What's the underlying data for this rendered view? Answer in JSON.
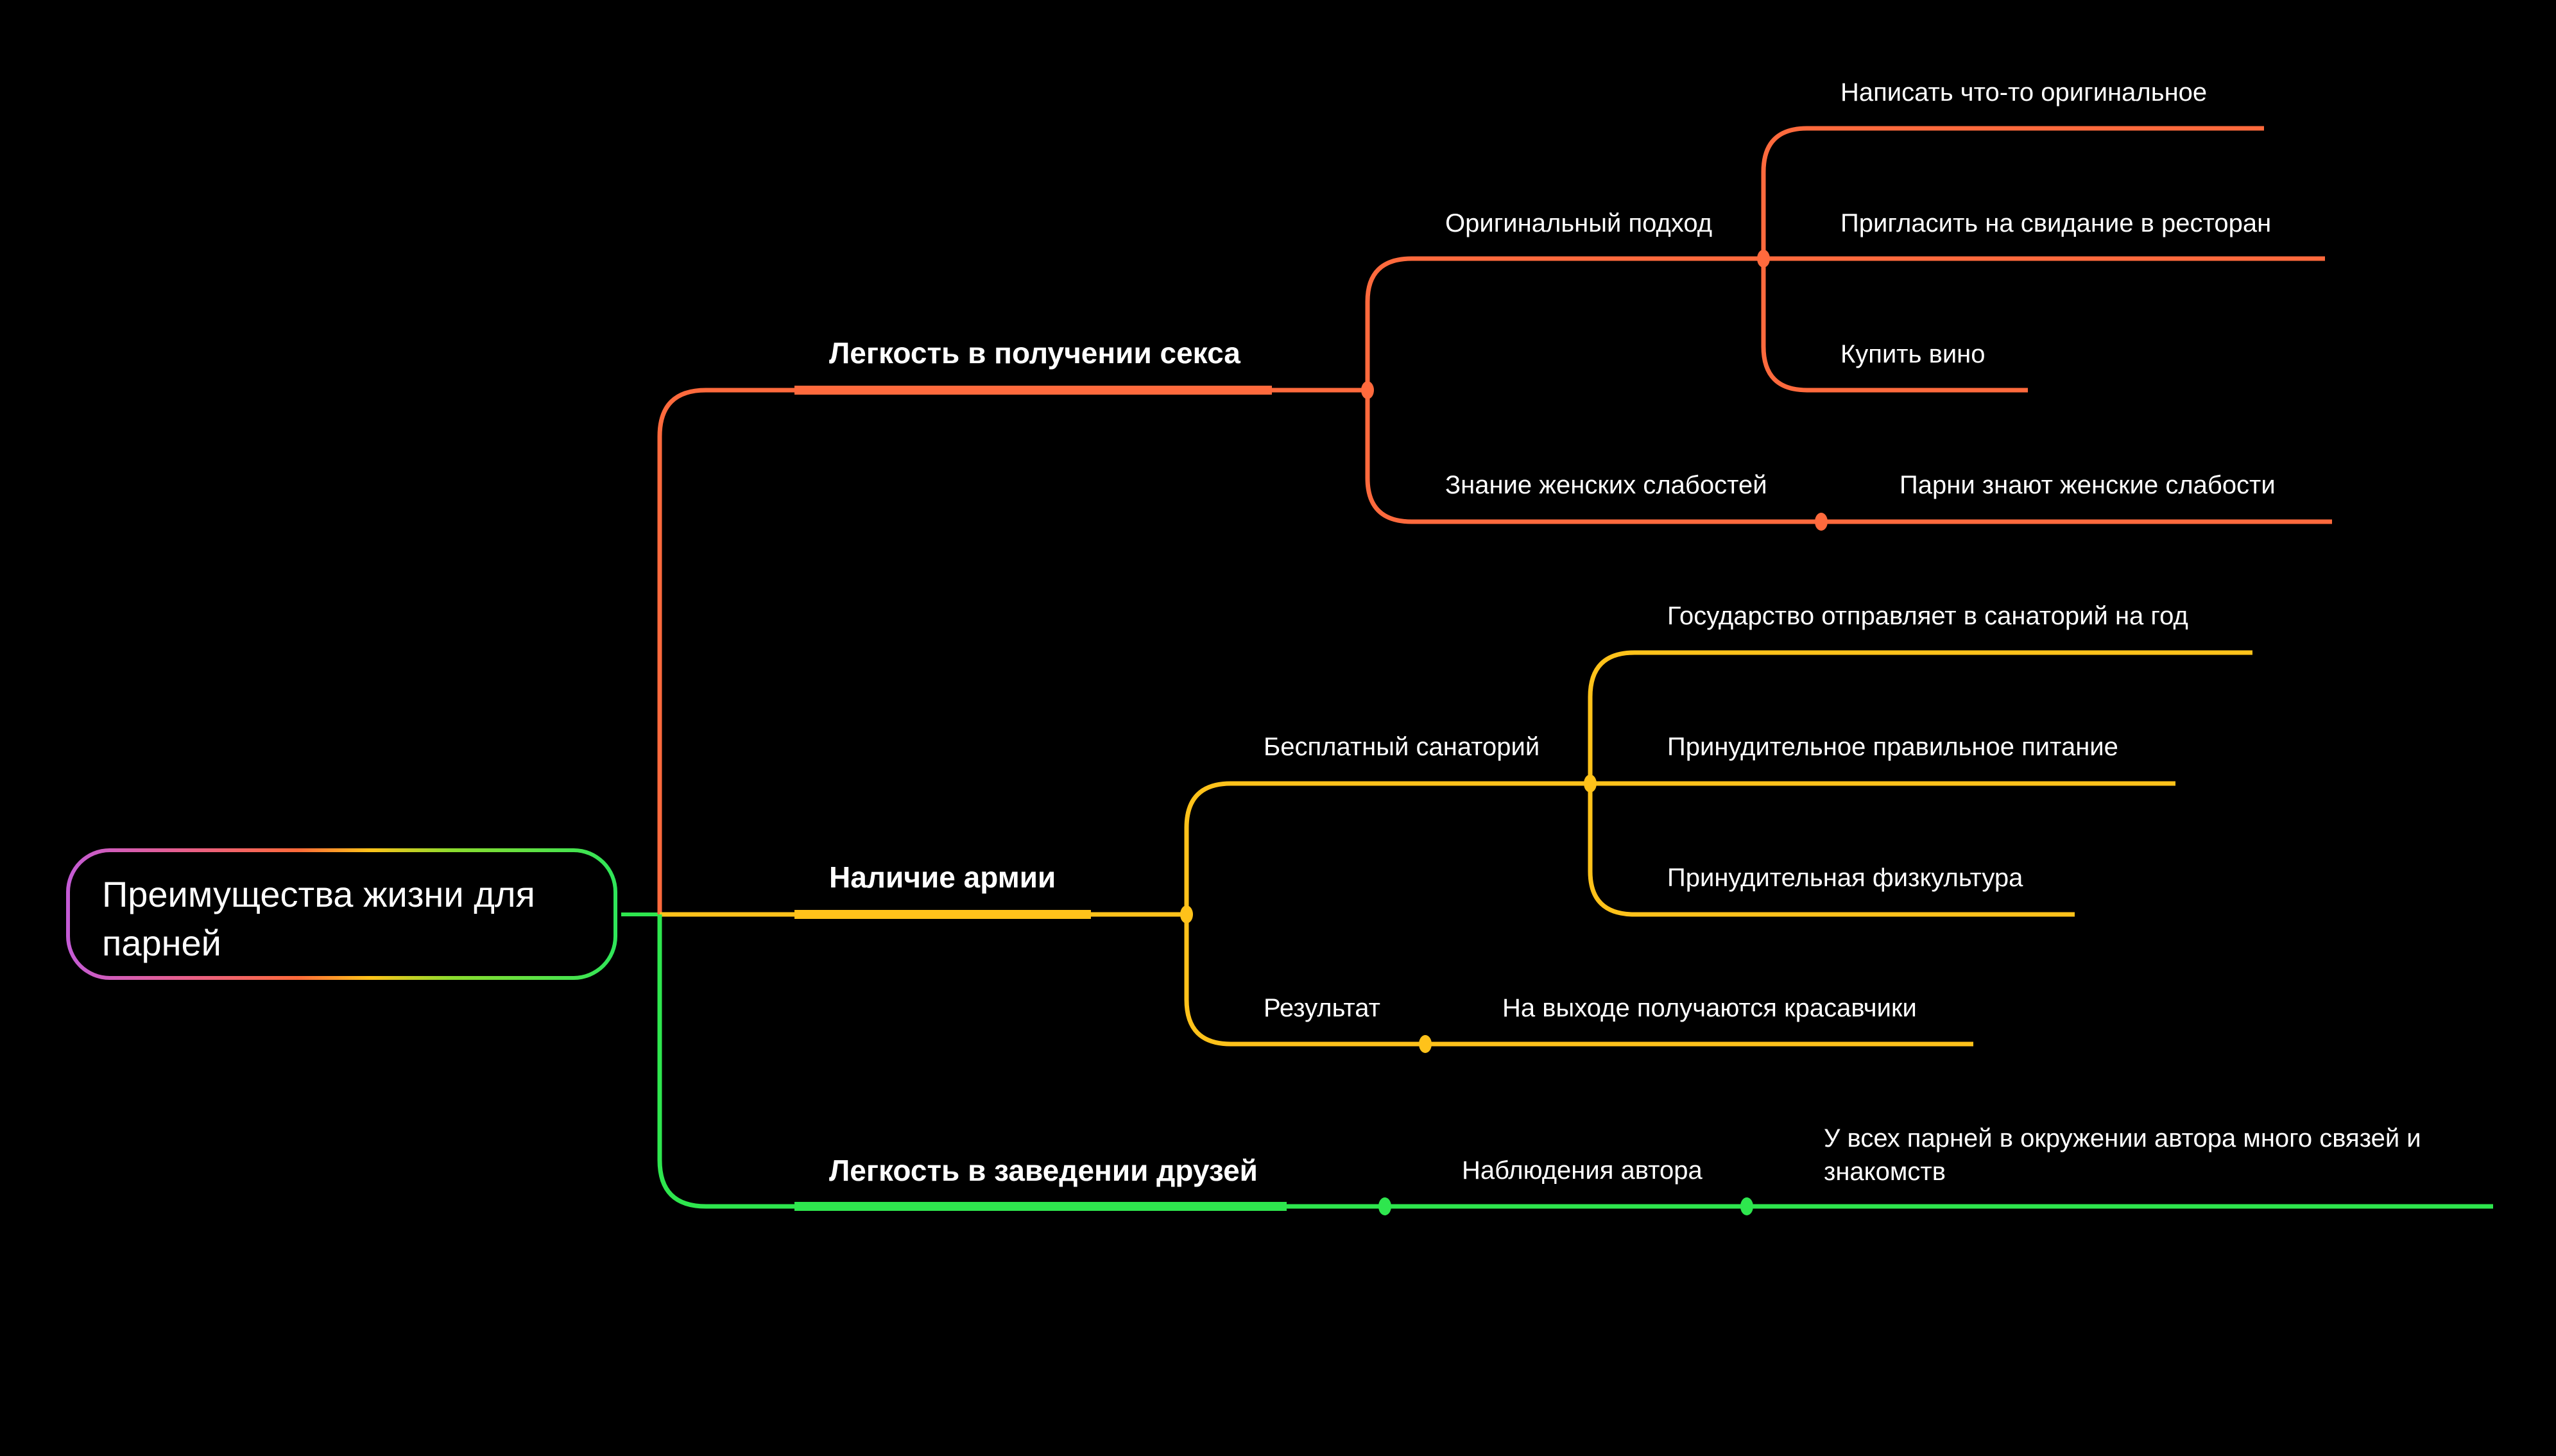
{
  "root": {
    "label": "Преимущества жизни для парней"
  },
  "colors": {
    "background": "#000000",
    "branch_red": "#ff6a3d",
    "branch_yellow": "#ffc21a",
    "branch_green": "#2ee64e",
    "text": "#ffffff"
  },
  "branches": [
    {
      "label": "Легкость в получении секса",
      "color_key": "branch_red",
      "children": [
        {
          "label": "Оригинальный подход",
          "children": [
            {
              "label": "Написать что-то оригинальное"
            },
            {
              "label": "Пригласить на свидание в ресторан"
            },
            {
              "label": "Купить вино"
            }
          ]
        },
        {
          "label": "Знание женских слабостей",
          "children": [
            {
              "label": "Парни знают женские слабости"
            }
          ]
        }
      ]
    },
    {
      "label": "Наличие армии",
      "color_key": "branch_yellow",
      "children": [
        {
          "label": "Бесплатный санаторий",
          "children": [
            {
              "label": "Государство отправляет в санаторий на год"
            },
            {
              "label": "Принудительное правильное питание"
            },
            {
              "label": "Принудительная физкультура"
            }
          ]
        },
        {
          "label": "Результат",
          "children": [
            {
              "label": "На выходе получаются красавчики"
            }
          ]
        }
      ]
    },
    {
      "label": "Легкость в заведении друзей",
      "color_key": "branch_green",
      "children": [
        {
          "label": "Наблюдения автора",
          "children": [
            {
              "label": "У всех парней в окружении автора много связей и знакомств"
            }
          ]
        }
      ]
    }
  ]
}
